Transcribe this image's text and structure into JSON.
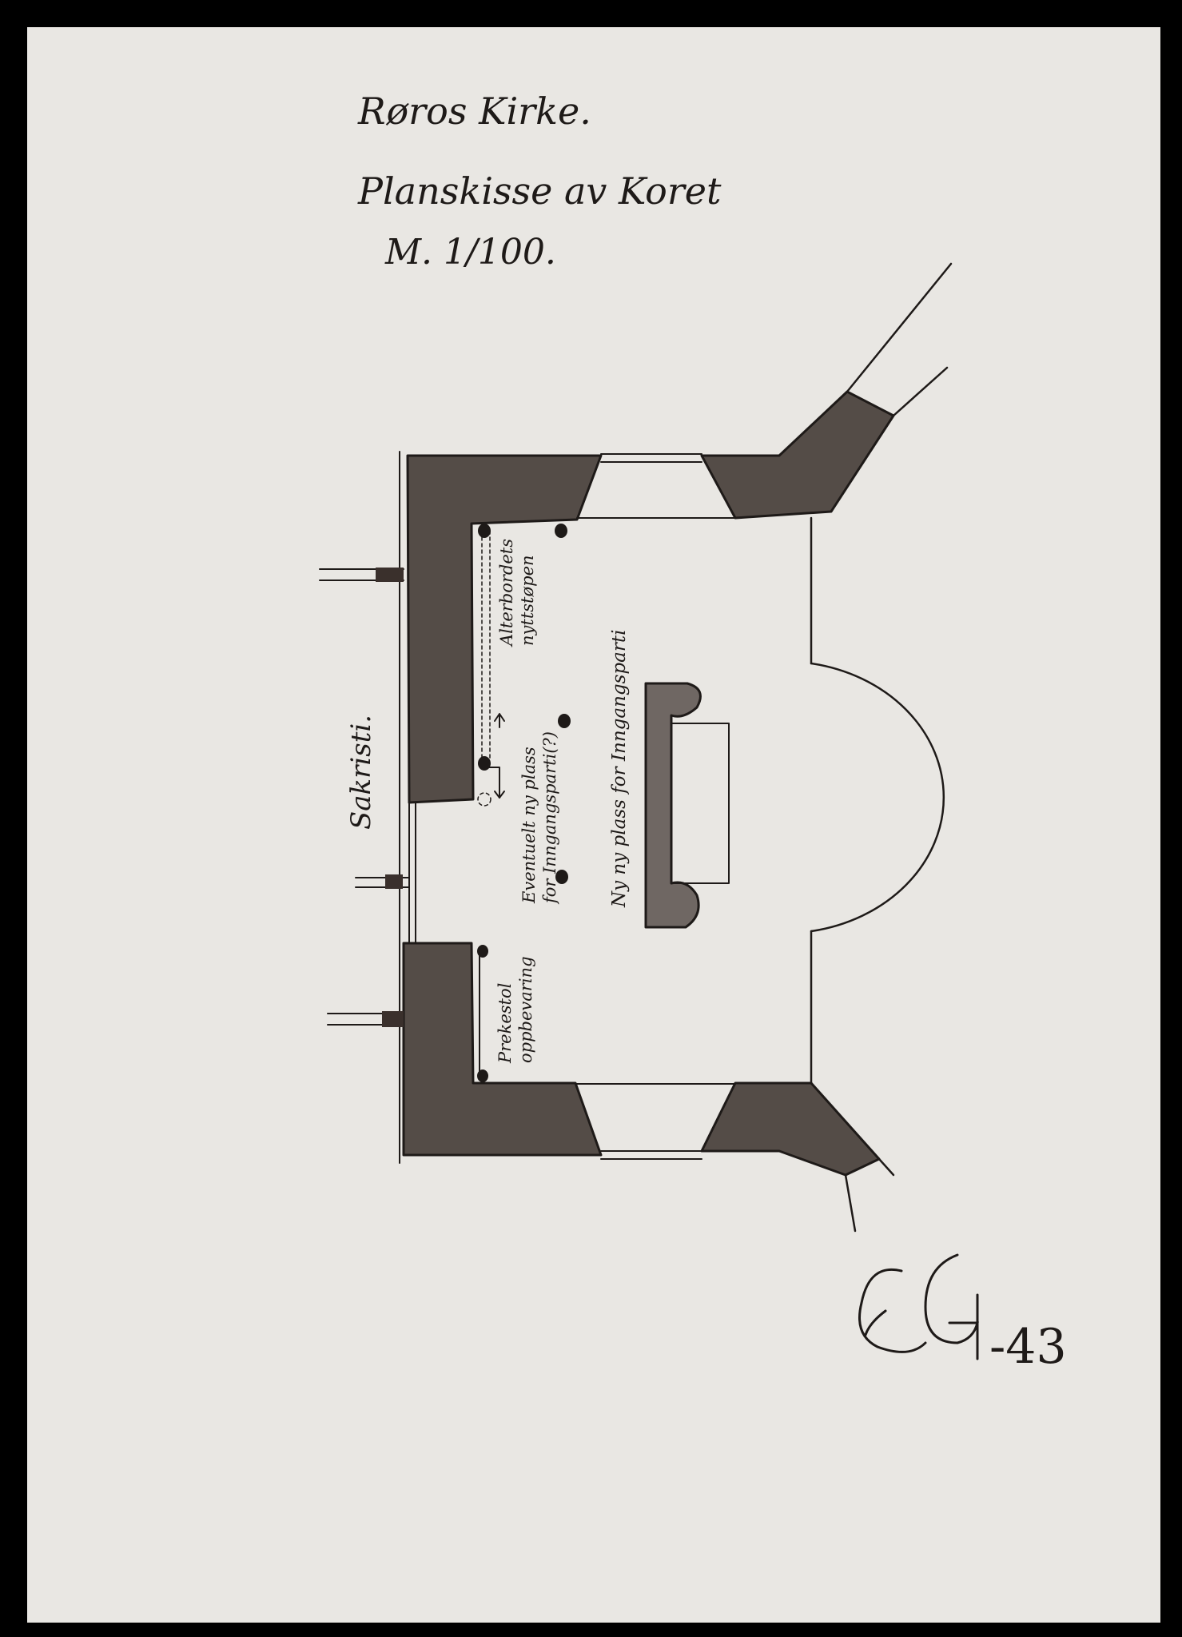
{
  "title": {
    "line1": "Røros Kirke.",
    "line2": "Planskisse av Koret",
    "line3": "M. 1/100."
  },
  "labels": {
    "sakristi": "Sakristi.",
    "alt_line1": "Alterbordets",
    "alt_line2": "nyttstøpen",
    "ev_line1": "Eventuelt ny plass",
    "ev_line2": "for Inngangsparti(?)",
    "ny_plass": "Ny ny plass for Inngangsparti",
    "prekestol_line1": "Prekestol",
    "prekestol_line2": "oppbevaring"
  },
  "signature": {
    "initials": "EG",
    "year": "-43"
  },
  "colors": {
    "paper": "#e9e7e3",
    "border": "#000000",
    "ink": "#1e1a18",
    "wall_fill": "#3a302c"
  }
}
